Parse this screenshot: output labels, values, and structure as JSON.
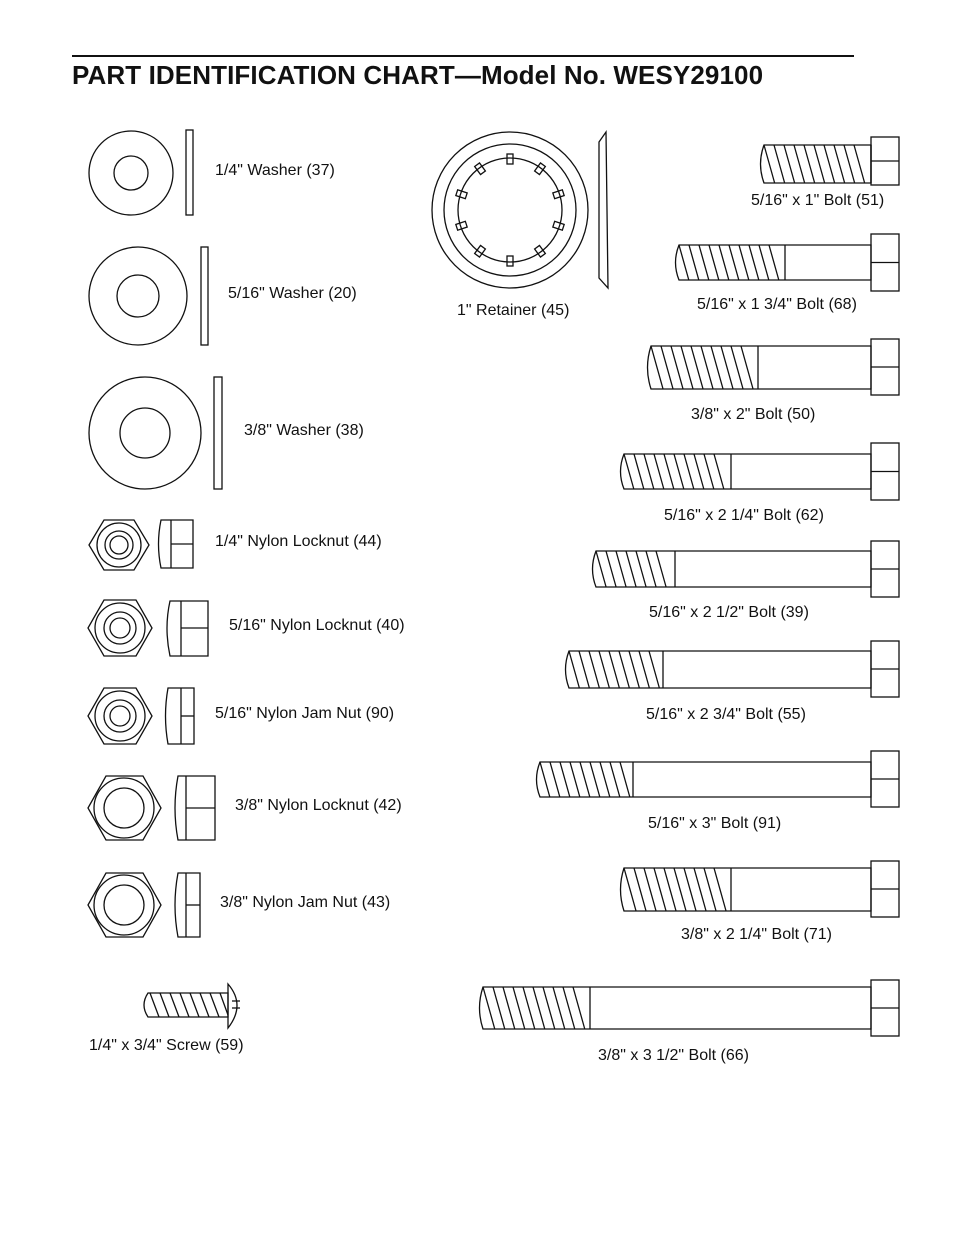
{
  "page": {
    "title": "PART IDENTIFICATION CHART—Model No. WESY29100"
  },
  "parts": {
    "washer_14": "1/4\" Washer (37)",
    "washer_516": "5/16\" Washer (20)",
    "washer_38": "3/8\" Washer (38)",
    "locknut_14": "1/4\" Nylon Locknut (44)",
    "locknut_516": "5/16\" Nylon Locknut (40)",
    "jamnut_516": "5/16\" Nylon Jam Nut (90)",
    "locknut_38": "3/8\" Nylon Locknut (42)",
    "jamnut_38": "3/8\" Nylon Jam Nut (43)",
    "screw_14x34": "1/4\" x 3/4\" Screw (59)",
    "retainer_1": "1\" Retainer (45)",
    "bolt_516x1": "5/16\" x 1\" Bolt (51)",
    "bolt_516x134": "5/16\" x 1 3/4\" Bolt (68)",
    "bolt_38x2": "3/8\" x 2\" Bolt (50)",
    "bolt_516x214": "5/16\" x 2 1/4\" Bolt (62)",
    "bolt_516x212": "5/16\" x 2 1/2\" Bolt (39)",
    "bolt_516x234": "5/16\" x 2 3/4\" Bolt (55)",
    "bolt_516x3": "5/16\" x 3\" Bolt (91)",
    "bolt_38x214": "3/8\" x 2 1/4\" Bolt (71)",
    "bolt_38x312": "3/8\" x 3 1/2\" Bolt (66)"
  }
}
